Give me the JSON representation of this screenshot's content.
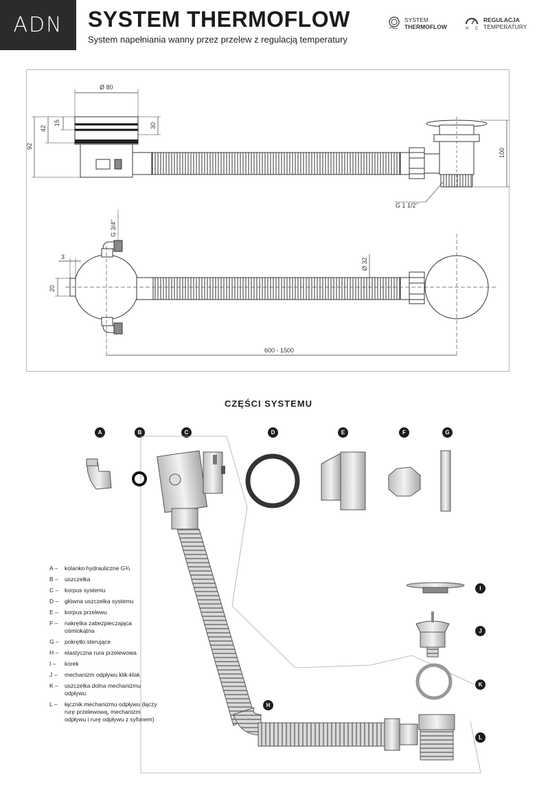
{
  "header": {
    "logo_text": "ADN",
    "title": "SYSTEM THERMOFLOW",
    "subtitle": "System napełniania wanny przez przelew z regulacją temperatury",
    "badges": [
      {
        "icon": "thermoflow-icon",
        "line1": "SYSTEM",
        "line2": "THERMOFLOW"
      },
      {
        "icon": "temperature-dial-icon",
        "line1": "REGULACJA",
        "line2": "TEMPERATURY"
      }
    ]
  },
  "drawing": {
    "dimensions": {
      "d80": "Ø 80",
      "h42": "42",
      "h15": "15",
      "h30": "30",
      "h92": "92",
      "h100": "100",
      "thread_drain": "G 1 1/2’’",
      "thread_inlet": "G 3/4’’",
      "w3": "3",
      "w20": "20",
      "d32": "Ø 32",
      "length": "600 - 1500"
    }
  },
  "parts": {
    "heading": "CZĘŚCI SYSTEMU",
    "markers": [
      "A",
      "B",
      "C",
      "D",
      "E",
      "F",
      "G",
      "H",
      "I",
      "J",
      "K",
      "L"
    ],
    "legend": [
      {
        "letter": "A –",
        "text": "kolanko hydrauliczne G¾"
      },
      {
        "letter": "B –",
        "text": "uszczelka"
      },
      {
        "letter": "C –",
        "text": "korpus systemu"
      },
      {
        "letter": "D –",
        "text": "główna uszczelka systemu"
      },
      {
        "letter": "E –",
        "text": "korpus przelewu"
      },
      {
        "letter": "F –",
        "text": "nakrętka zabezpieczająca ośmiokątna"
      },
      {
        "letter": "G –",
        "text": "pokrętło sterujące"
      },
      {
        "letter": "H –",
        "text": "elastyczna rura przelewowa"
      },
      {
        "letter": "I –",
        "text": "korek"
      },
      {
        "letter": "J –",
        "text": "mechanizm odpływu klik-klak"
      },
      {
        "letter": "K –",
        "text": "uszczelka dolna mechanizmu odpływu"
      },
      {
        "letter": "L –",
        "text": "łącznik mechanizmu odpływu (łączy rurę przelewową, mechanizm odpływu i rurę odpływu z syfonem)"
      }
    ]
  }
}
